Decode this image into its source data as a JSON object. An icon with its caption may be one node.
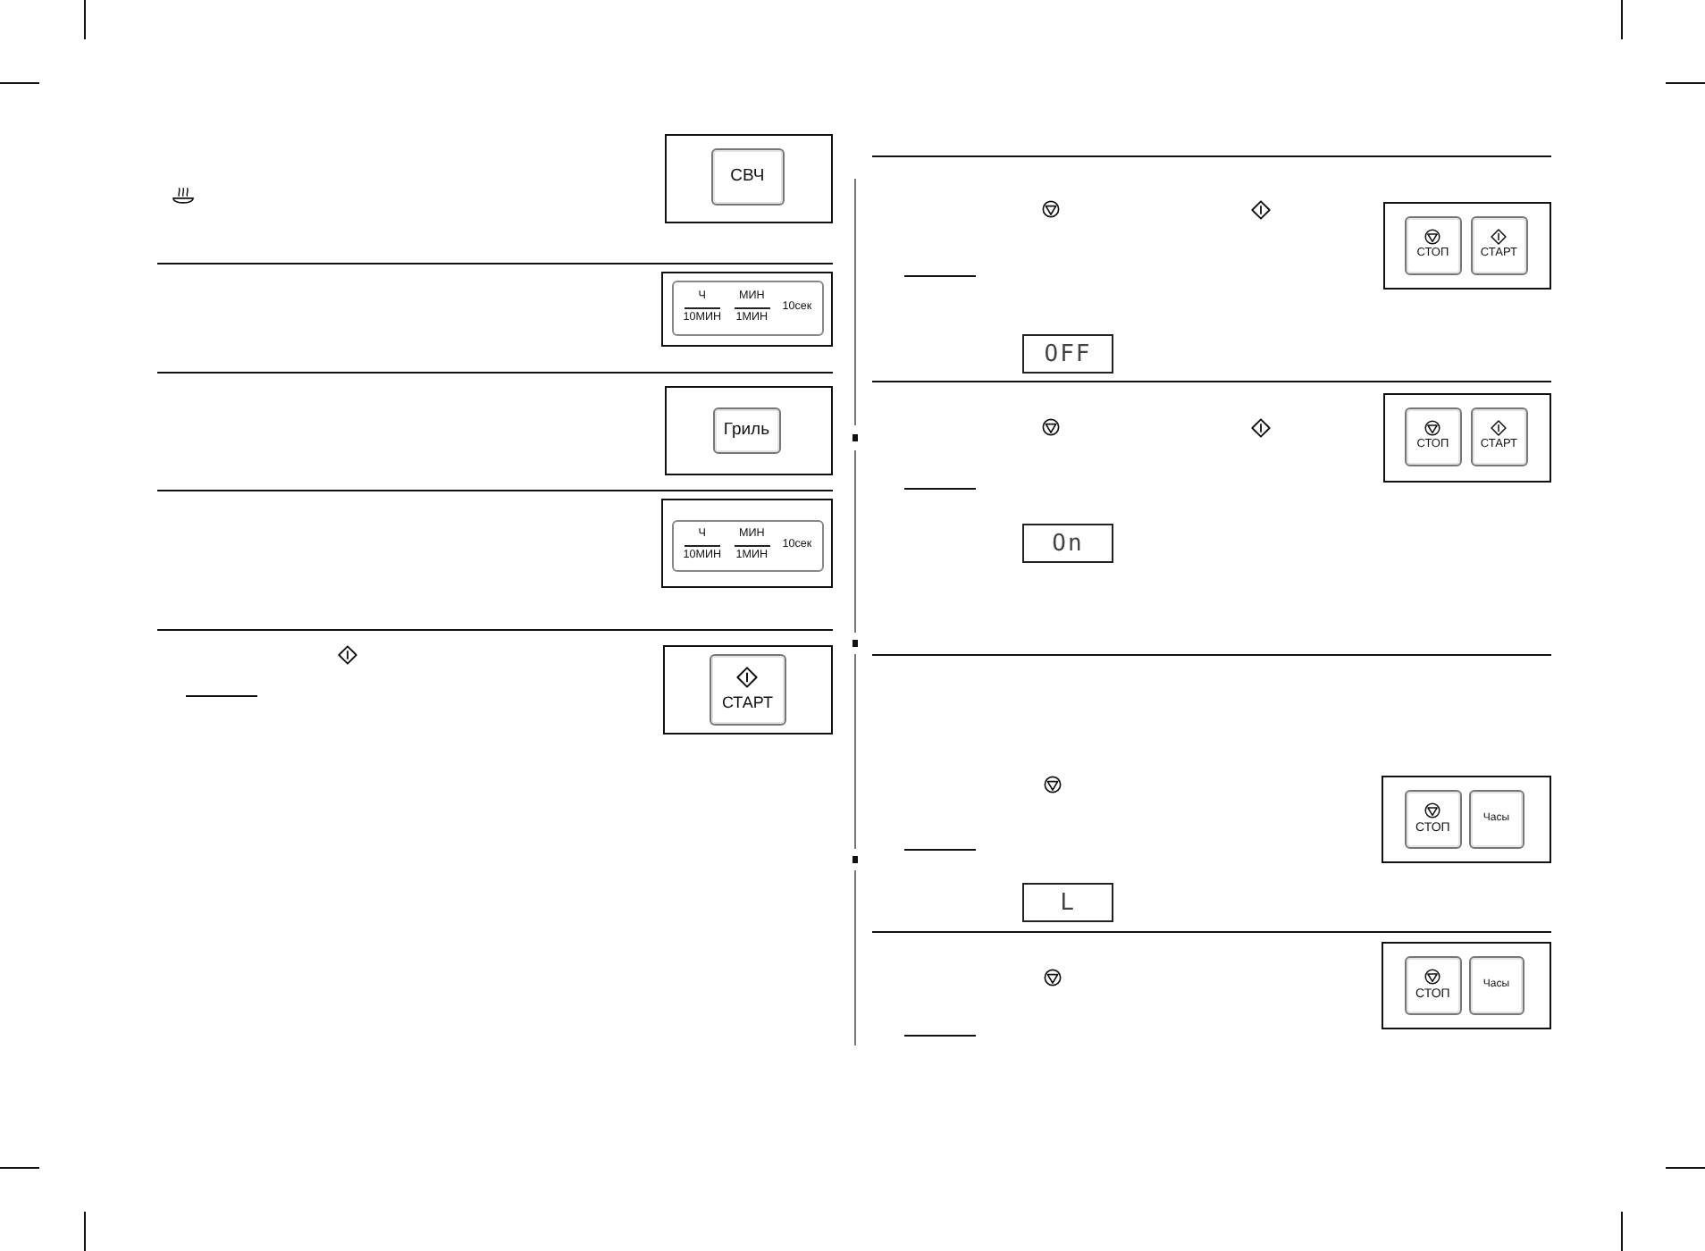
{
  "diagram": {
    "nodes": [
      {
        "text": [],
        "shape": "box"
      },
      {
        "text": [
          "СВЧ"
        ],
        "in": 0
      },
      {
        "text": [],
        "shape": "box"
      },
      {
        "text": [
          "Ч",
          "10МИН",
          "МИН",
          "1МИН",
          "10сек"
        ],
        "in": 2
      },
      {
        "text": [],
        "shape": "box"
      },
      {
        "text": [
          "Гриль"
        ],
        "in": 4
      },
      {
        "text": [],
        "shape": "box"
      },
      {
        "text": [
          "Ч",
          "10МИН",
          "МИН",
          "1МИН",
          "10сек"
        ],
        "in": 6
      },
      {
        "text": [],
        "shape": "box"
      },
      {
        "text": [
          "СТАРТ"
        ],
        "in": 8
      },
      {
        "text": [],
        "shape": "box"
      },
      {
        "text": [
          "СТОП"
        ],
        "in": 10
      },
      {
        "text": [
          "СТАРТ"
        ],
        "in": 10
      },
      {
        "text": [
          "OFF"
        ]
      },
      {
        "text": [],
        "shape": "box"
      },
      {
        "text": [
          "СТОП"
        ],
        "in": 14
      },
      {
        "text": [
          "СТАРТ"
        ],
        "in": 14
      },
      {
        "text": [
          "On"
        ]
      },
      {
        "text": [],
        "shape": "box"
      },
      {
        "text": [
          "СТОП"
        ],
        "in": 18
      },
      {
        "text": [
          "Часы"
        ],
        "in": 18
      },
      {
        "text": [
          "L"
        ]
      },
      {
        "text": [],
        "shape": "box"
      },
      {
        "text": [
          "СТОП"
        ],
        "in": 22
      },
      {
        "text": [
          "Часы"
        ],
        "in": 22
      }
    ]
  }
}
